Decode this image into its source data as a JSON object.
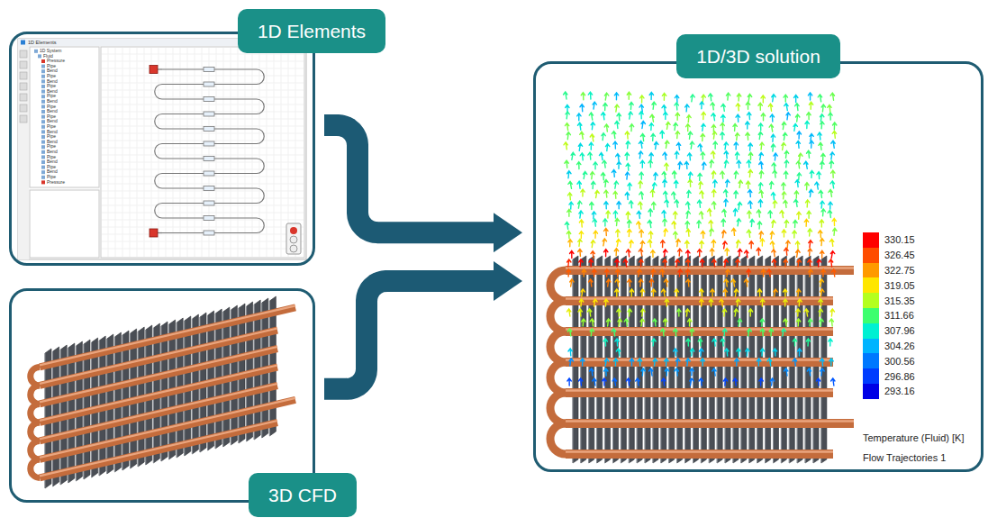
{
  "diagram": {
    "nodes": [
      {
        "text": [
          "1D Elements"
        ]
      },
      {
        "text": [
          "3D CFD"
        ]
      },
      {
        "text": [
          "1D/3D solution"
        ]
      }
    ],
    "edges": [
      {
        "from": 0,
        "to": 2,
        "arrow": "to"
      },
      {
        "from": 1,
        "to": 2,
        "arrow": "to"
      }
    ],
    "labels": [
      "1D Elements",
      "1D System",
      "Fluid",
      "Pressure",
      "Pipe",
      "Bend",
      "Pipe",
      "Bend",
      "Pipe",
      "Bend",
      "Pipe",
      "Bend",
      "Pipe",
      "Bend",
      "Pipe",
      "Bend",
      "Pipe",
      "Bend",
      "Pipe",
      "Bend",
      "Pipe",
      "Bend",
      "Pipe",
      "Bend",
      "Pipe",
      "Bend",
      "Pipe",
      "Pressure",
      "Temperature (Fluid) [K]",
      "Flow Trajectories 1"
    ],
    "legend": [
      {
        "text": "330.15",
        "color": "#ff0000"
      },
      {
        "text": "326.45",
        "color": "#ff4d00"
      },
      {
        "text": "322.75",
        "color": "#ff9a00"
      },
      {
        "text": "319.05",
        "color": "#ffe600"
      },
      {
        "text": "315.35",
        "color": "#b4ff1e"
      },
      {
        "text": "311.66",
        "color": "#3cff6e"
      },
      {
        "text": "307.96",
        "color": "#00f0d2"
      },
      {
        "text": "304.26",
        "color": "#00b4ff"
      },
      {
        "text": "300.56",
        "color": "#0078ff"
      },
      {
        "text": "296.86",
        "color": "#003cff"
      },
      {
        "text": "293.16",
        "color": "#0000e6"
      }
    ]
  }
}
